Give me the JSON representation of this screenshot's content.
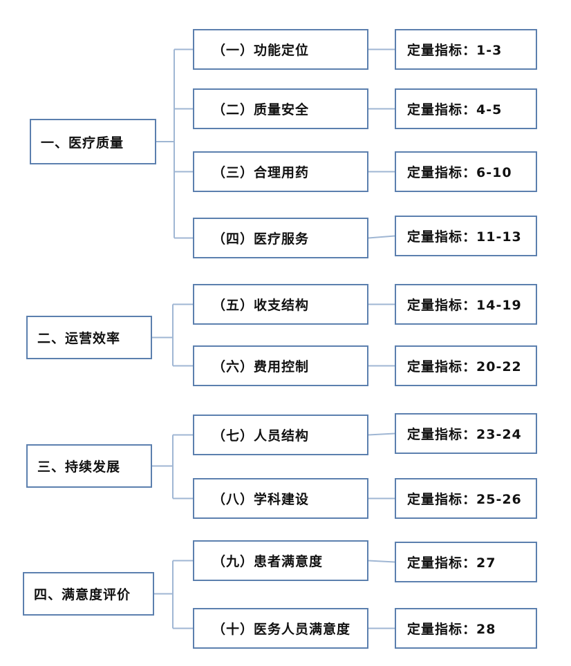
{
  "theme": {
    "border_color": "#5b7fae",
    "line_color": "#9fb6d3",
    "text_color": "#111111",
    "background": "#ffffff"
  },
  "categories": [
    {
      "label": "一、医疗质量",
      "subs": [
        {
          "label": "（一）功能定位",
          "metric": "定量指标：1-3"
        },
        {
          "label": "（二）质量安全",
          "metric": "定量指标：4-5"
        },
        {
          "label": "（三）合理用药",
          "metric": "定量指标：6-10"
        },
        {
          "label": "（四）医疗服务",
          "metric": "定量指标：11-13"
        }
      ]
    },
    {
      "label": "二、运营效率",
      "subs": [
        {
          "label": "（五）收支结构",
          "metric": "定量指标：14-19"
        },
        {
          "label": "（六）费用控制",
          "metric": "定量指标：20-22"
        }
      ]
    },
    {
      "label": "三、持续发展",
      "subs": [
        {
          "label": "（七）人员结构",
          "metric": "定量指标：23-24"
        },
        {
          "label": "（八）学科建设",
          "metric": "定量指标：25-26"
        }
      ]
    },
    {
      "label": "四、满意度评价",
      "subs": [
        {
          "label": "（九）患者满意度",
          "metric": "定量指标：27"
        },
        {
          "label": "（十）医务人员满意度",
          "metric": "定量指标：28"
        }
      ]
    }
  ]
}
